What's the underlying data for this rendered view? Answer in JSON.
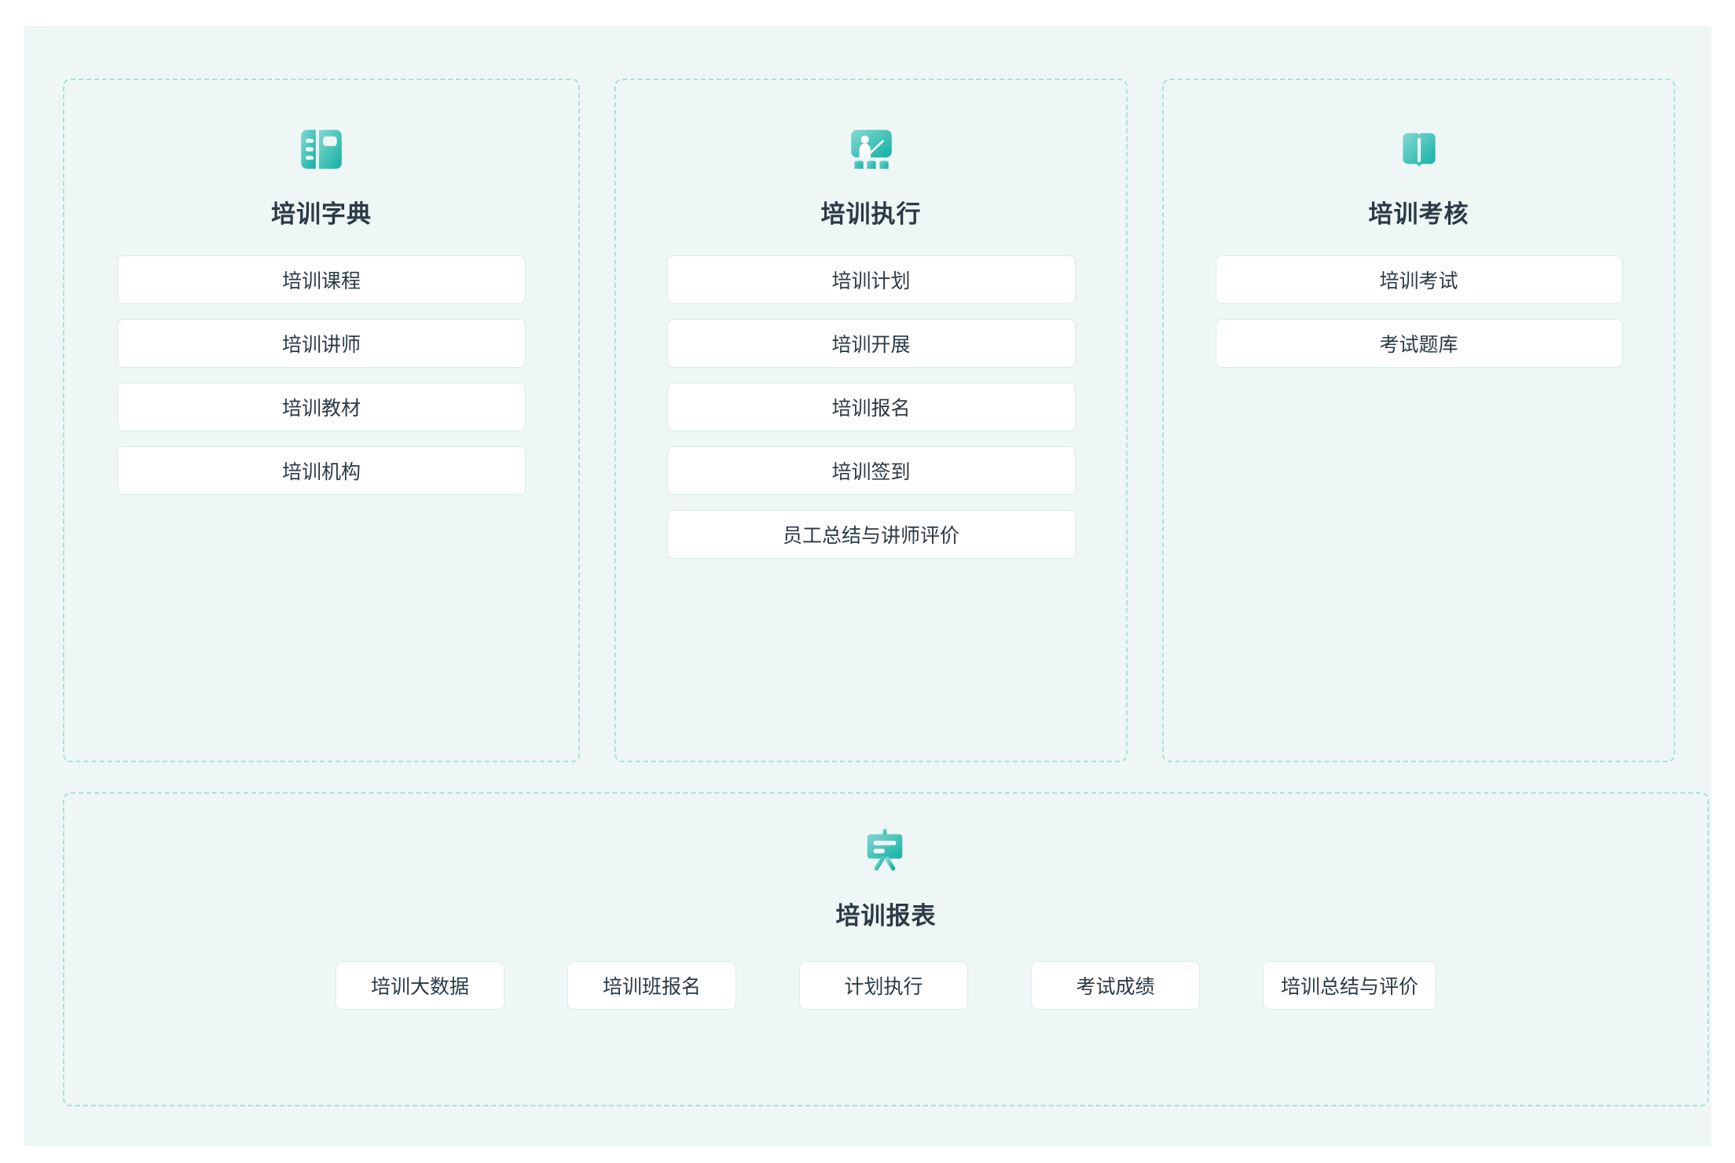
{
  "theme": {
    "page_background": "#ffffff",
    "canvas_background": "#eef7f6",
    "dashed_border": "#a9e0dc",
    "card_background": "#ffffff",
    "card_border": "#dbe9e9",
    "text_color": "#2b3a45",
    "icon_gradient_start": "#7fd4cd",
    "icon_gradient_end": "#14b2a6"
  },
  "sections": [
    {
      "id": "training-dictionary",
      "title": "培训字典",
      "icon": "notebook-icon",
      "items": [
        {
          "label": "培训课程"
        },
        {
          "label": "培训讲师"
        },
        {
          "label": "培训教材"
        },
        {
          "label": "培训机构"
        }
      ]
    },
    {
      "id": "training-execution",
      "title": "培训执行",
      "icon": "classroom-training-icon",
      "items": [
        {
          "label": "培训计划"
        },
        {
          "label": "培训开展"
        },
        {
          "label": "培训报名"
        },
        {
          "label": "培训签到"
        },
        {
          "label": "员工总结与讲师评价"
        }
      ]
    },
    {
      "id": "training-assessment",
      "title": "培训考核",
      "icon": "open-book-icon",
      "items": [
        {
          "label": "培训考试"
        },
        {
          "label": "考试题库"
        }
      ]
    }
  ],
  "report_section": {
    "id": "training-report",
    "title": "培训报表",
    "icon": "presentation-board-icon",
    "items": [
      {
        "label": "培训大数据"
      },
      {
        "label": "培训班报名"
      },
      {
        "label": "计划执行"
      },
      {
        "label": "考试成绩"
      },
      {
        "label": "培训总结与评价"
      }
    ]
  }
}
